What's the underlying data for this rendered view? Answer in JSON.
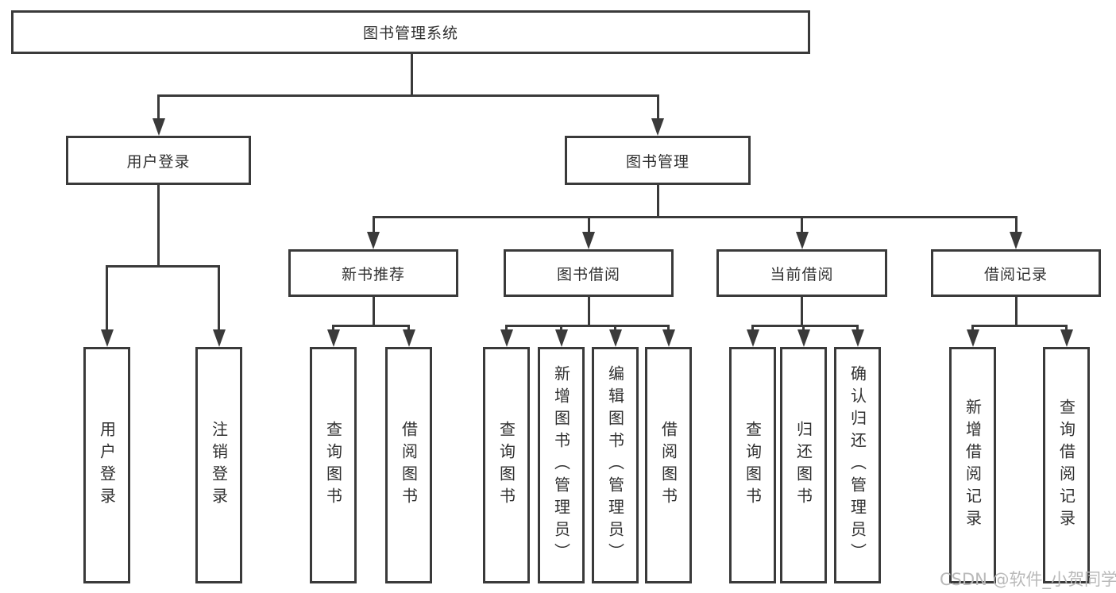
{
  "diagram": {
    "root": "图书管理系统",
    "level2": [
      {
        "label": "用户登录",
        "children": [
          "用户登录",
          "注销登录"
        ]
      },
      {
        "label": "图书管理",
        "groups": [
          {
            "label": "新书推荐",
            "children": [
              "查询图书",
              "借阅图书"
            ]
          },
          {
            "label": "图书借阅",
            "children": [
              "查询图书",
              "新增图书（管理员）",
              "编辑图书（管理员）",
              "借阅图书"
            ]
          },
          {
            "label": "当前借阅",
            "children": [
              "查询图书",
              "归还图书",
              "确认归还（管理员）"
            ]
          },
          {
            "label": "借阅记录",
            "children": [
              "新增借阅记录",
              "查询借阅记录"
            ]
          }
        ]
      }
    ]
  },
  "watermark": {
    "text": "CSDN @软件_小贺同学"
  },
  "colors": {
    "line": "#3a3a3a",
    "text": "#303030",
    "box_background": "#ffffff",
    "page_background": "#ffffff",
    "watermark": "#b9b9b9"
  }
}
